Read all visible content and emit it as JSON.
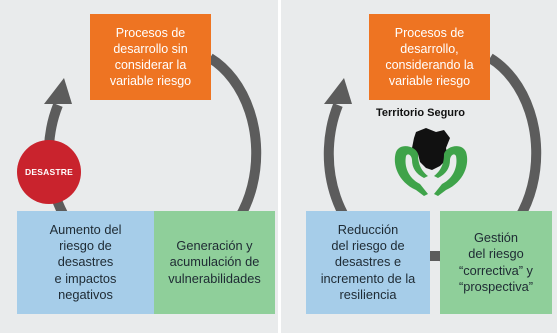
{
  "left_cycle": {
    "top_box": "Procesos de\ndesarrollo sin\nconsiderar la\nvariable riesgo",
    "badge": "DESASTRE",
    "bottom_left_box": "Aumento del\nriesgo de\ndesastres\ne impactos\nnegativos",
    "bottom_right_box": "Generación y\nacumulación de\nvulnerabilidades"
  },
  "right_cycle": {
    "top_box": "Procesos de\ndesarrollo,\nconsiderando la\nvariable riesgo",
    "caption": "Territorio Seguro",
    "emblem_icon": "hands-holding-country-map-icon",
    "bottom_left_box": "Reducción\ndel riesgo de\ndesastres e\nincremento de la\nresiliencia",
    "bottom_right_box": "Gestión\ndel riesgo\n“correctiva” y\n“prospectiva”"
  },
  "colors": {
    "orange": "#ee7422",
    "blue": "#a6cde9",
    "green": "#8fcf9a",
    "red": "#c9232d",
    "arrow": "#5c5c5c",
    "panel": "#e9ebec",
    "map": "#111111",
    "hands": "#3fa34a"
  }
}
